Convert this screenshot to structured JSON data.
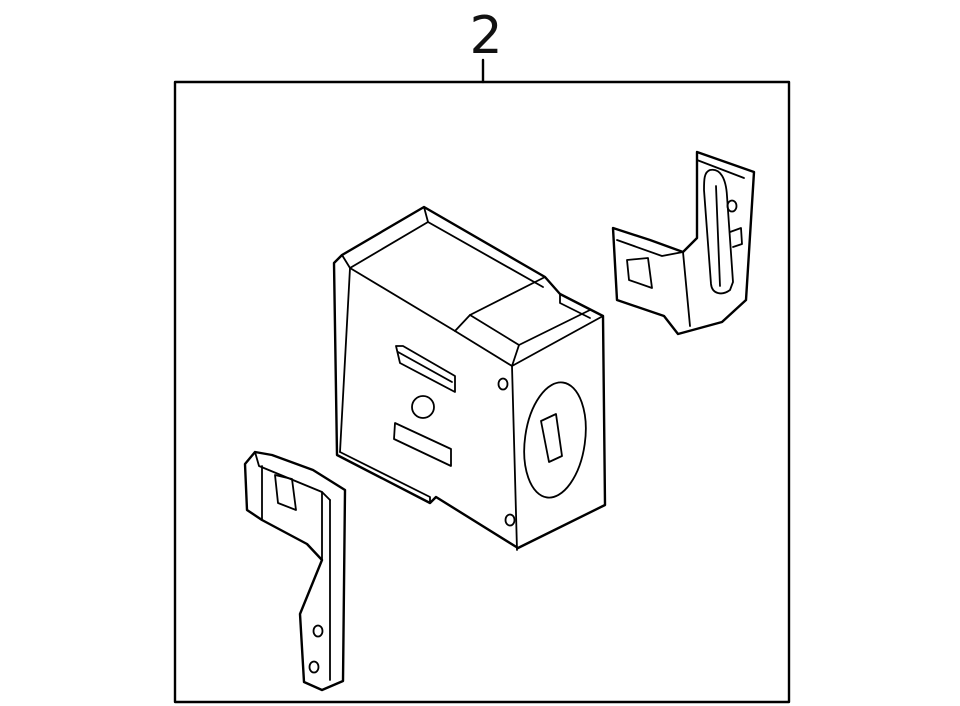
{
  "callout": {
    "label": "2"
  },
  "parts": [
    {
      "name": "control-module-box"
    },
    {
      "name": "upper-right-mounting-bracket"
    },
    {
      "name": "lower-left-mounting-bracket"
    }
  ],
  "colors": {
    "line": "#000000",
    "background": "#ffffff"
  }
}
